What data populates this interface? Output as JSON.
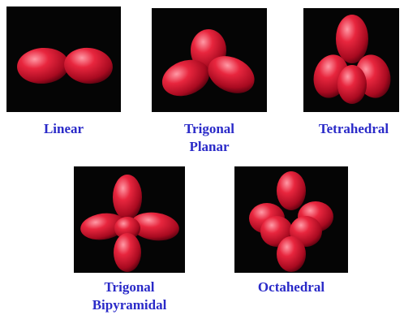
{
  "figure": {
    "accent_color": "#2a2ac8",
    "shapes": [
      {
        "id": "linear",
        "label_lines": [
          "Linear"
        ],
        "image": "two-balloon-linear-model"
      },
      {
        "id": "trigonal-planar",
        "label_lines": [
          "Trigonal",
          "Planar"
        ],
        "image": "three-balloon-trigonal-planar-model"
      },
      {
        "id": "tetrahedral",
        "label_lines": [
          "Tetrahedral"
        ],
        "image": "four-balloon-tetrahedral-model"
      },
      {
        "id": "trigonal-bipyramidal",
        "label_lines": [
          "Trigonal",
          "Bipyramidal"
        ],
        "image": "five-balloon-trigonal-bipyramidal-model"
      },
      {
        "id": "octahedral",
        "label_lines": [
          "Octahedral"
        ],
        "image": "six-balloon-octahedral-model"
      }
    ]
  }
}
